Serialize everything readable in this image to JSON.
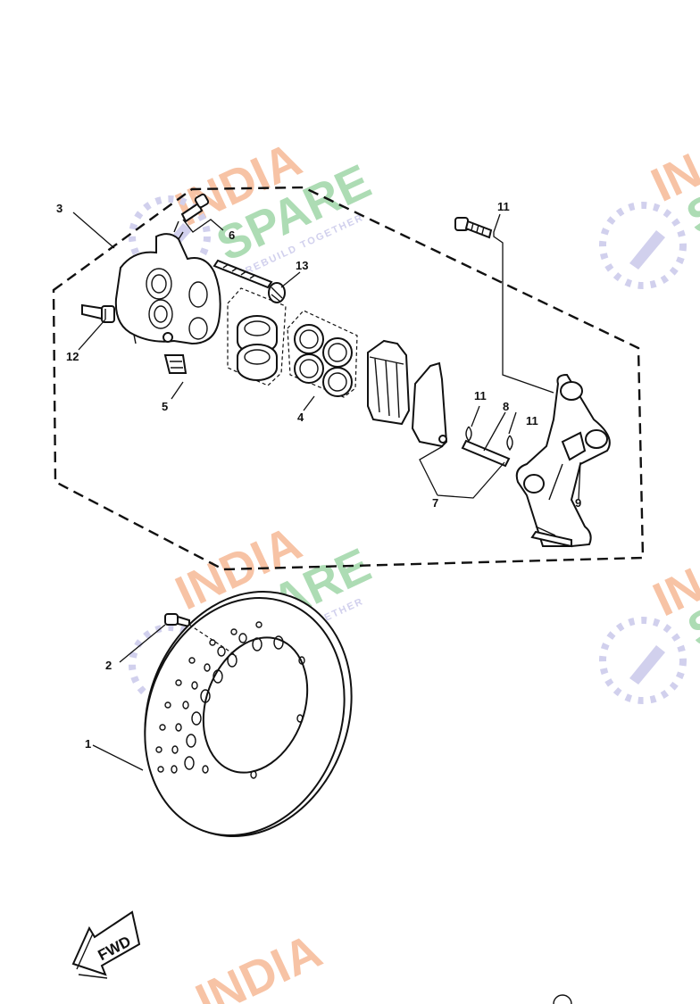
{
  "watermark": {
    "line1": "INDIA",
    "line2": "SPARE",
    "tagline": "REBUILD TOGETHER",
    "colors": {
      "india": "#f6b996",
      "spare": "#9fd6a8",
      "icon": "#c9c8ea"
    }
  },
  "callouts": {
    "c1": "1",
    "c2": "2",
    "c3": "3",
    "c4": "4",
    "c5": "5",
    "c6": "6",
    "c7": "7",
    "c8": "8",
    "c9": "9",
    "c11a": "11",
    "c11b": "11",
    "c11c": "11",
    "c12": "12",
    "c13": "13"
  },
  "fwd_label": "FWD",
  "icons": [
    "wrench-logo-icon",
    "fwd-arrow-icon"
  ]
}
